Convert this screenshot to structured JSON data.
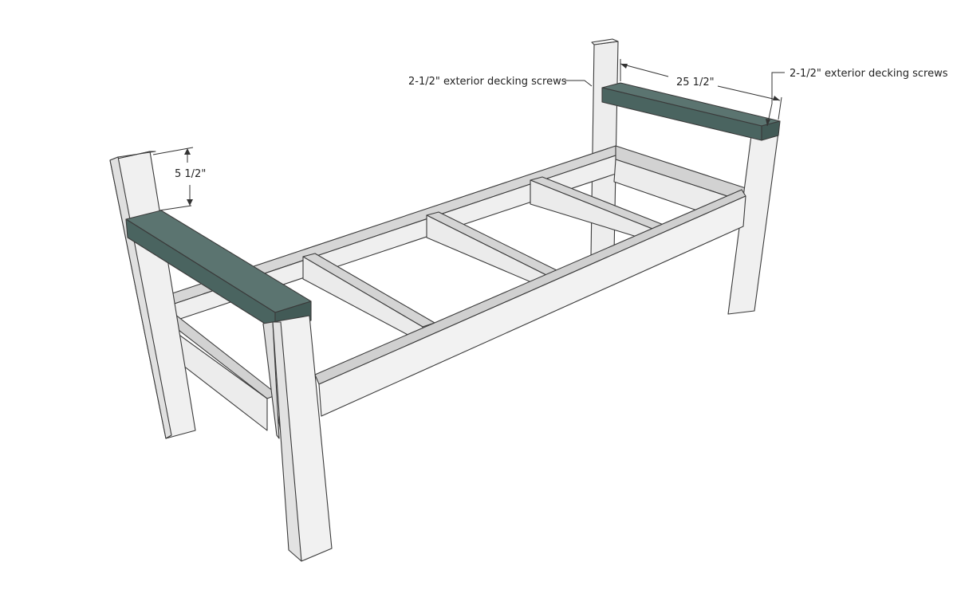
{
  "annotations": {
    "screws_left": "2-1/2\" exterior decking screws",
    "screws_right": "2-1/2\" exterior decking screws",
    "dim_height": "5 1/2\"",
    "dim_width": "25 1/2\""
  },
  "colors": {
    "background": "#ffffff",
    "wood_top": "#efefef",
    "wood_side": "#e2e2e2",
    "wood_dark": "#cfcfcf",
    "armrest_top": "#5b7470",
    "armrest_side": "#4a6460"
  }
}
